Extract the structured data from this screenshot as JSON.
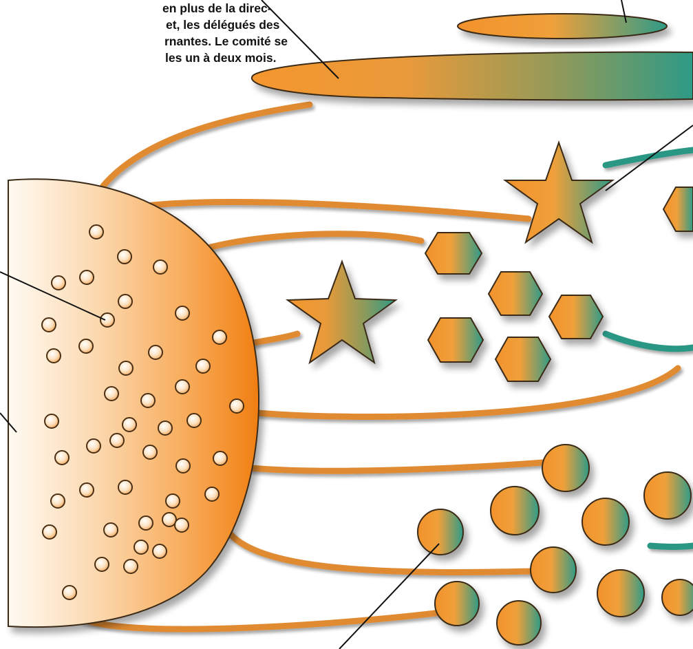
{
  "caption": {
    "lines": [
      "en plus de la direc-",
      "et, les délégués des",
      "rnantes. Le comité se",
      "les un à deux mois."
    ]
  },
  "colors": {
    "orange": "#f08a24",
    "orange_light": "#f7b468",
    "teal": "#2e9a86",
    "connector": "#e38d33",
    "connector_teal": "#2a9785",
    "leader_line": "#111111",
    "outline": "#3a2a18"
  },
  "shapes": {
    "large_circle": "orange cell with small cream circles",
    "stars": 2,
    "hexagons": 6,
    "spheres": 10,
    "ellipses": 2
  }
}
